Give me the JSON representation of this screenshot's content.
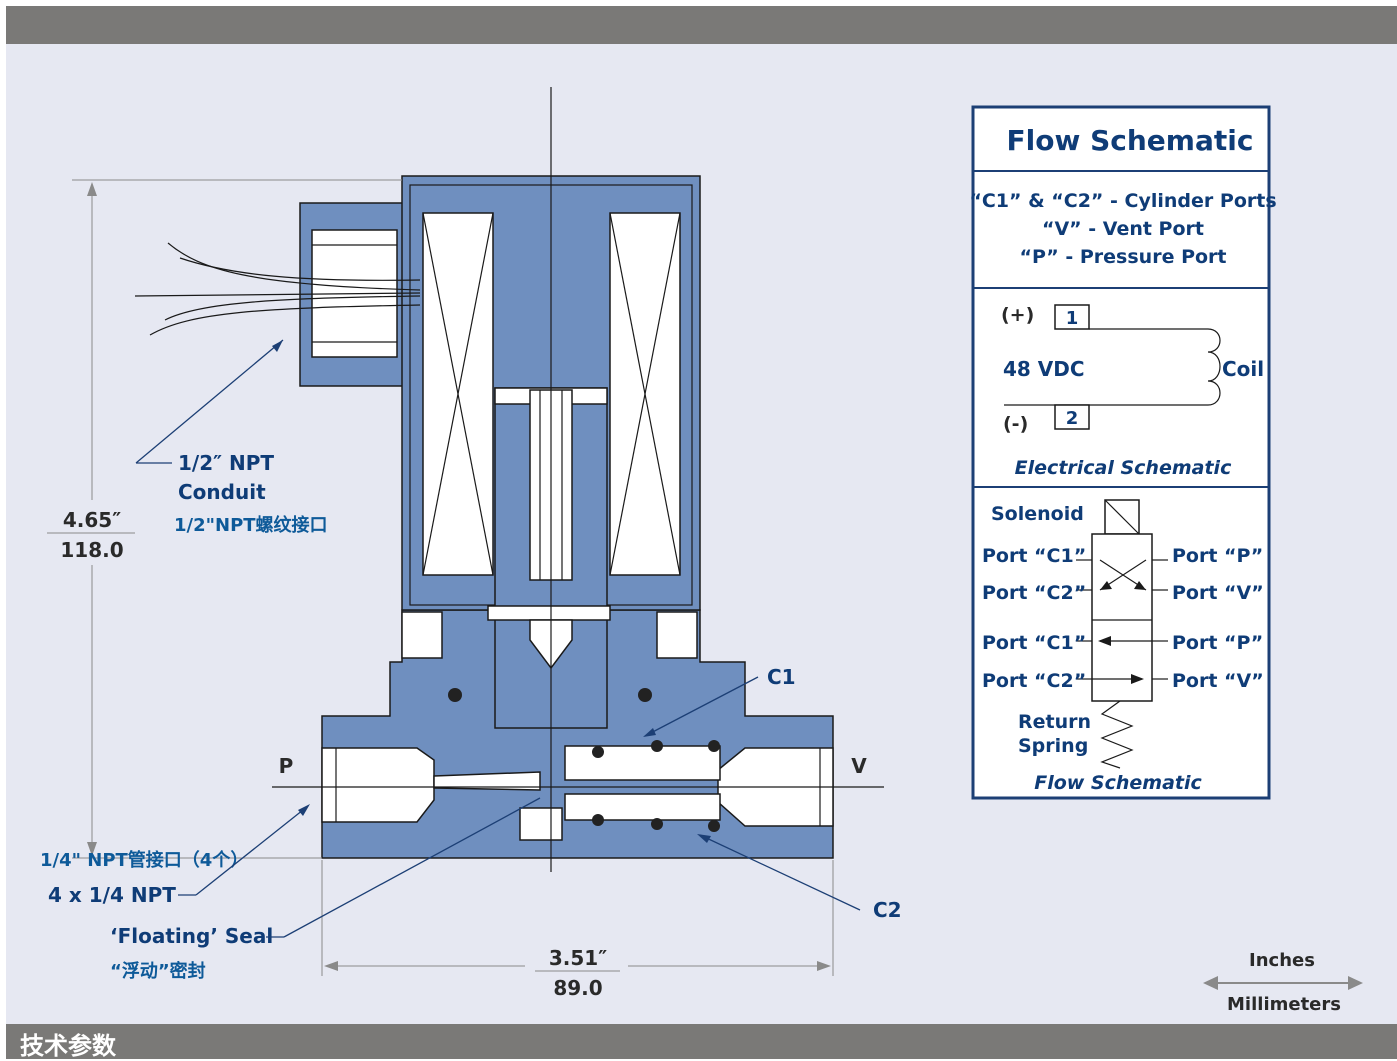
{
  "footer": {
    "title": "技术参数"
  },
  "drawing": {
    "port_p": "P",
    "port_v": "V",
    "port_c1": "C1",
    "port_c2": "C2",
    "conduit": {
      "line1": "1/2″ NPT",
      "line2": "Conduit",
      "cn": "1/2\"NPT螺纹接口"
    },
    "npt": {
      "cn": "1/4\" NPT管接口（4个）",
      "en": "4 x 1/4 NPT"
    },
    "seal": {
      "en": "‘Floating’ Seal",
      "cn": "“浮动”密封"
    },
    "height": {
      "inches": "4.65″",
      "mm": "118.0"
    },
    "width": {
      "inches": "3.51″",
      "mm": "89.0"
    }
  },
  "legend": {
    "title": "Flow Schematic",
    "ports": {
      "line1": "“C1” & “C2” - Cylinder Ports",
      "line2": "“V” - Vent Port",
      "line3": "“P” - Pressure Port"
    },
    "electrical": {
      "plus": "(+)",
      "minus": "(-)",
      "pin1": "1",
      "pin2": "2",
      "voltage": "48 VDC",
      "coil": "Coil",
      "caption": "Electrical Schematic"
    },
    "flow": {
      "solenoid": "Solenoid",
      "c1_top": "Port “C1”",
      "c2_top": "Port “C2”",
      "p_top": "Port “P”",
      "v_top": "Port “V”",
      "c1_bot": "Port “C1”",
      "c2_bot": "Port “C2”",
      "p_bot": "Port “P”",
      "v_bot": "Port “V”",
      "return1": "Return",
      "return2": "Spring",
      "caption": "Flow Schematic"
    }
  },
  "units": {
    "inches": "Inches",
    "mm": "Millimeters"
  },
  "colors": {
    "body_fill": "#6f8fbf",
    "label_blue": "#0e5a99",
    "legend_border": "#1c3f75",
    "bar_gray": "#7a7977"
  }
}
